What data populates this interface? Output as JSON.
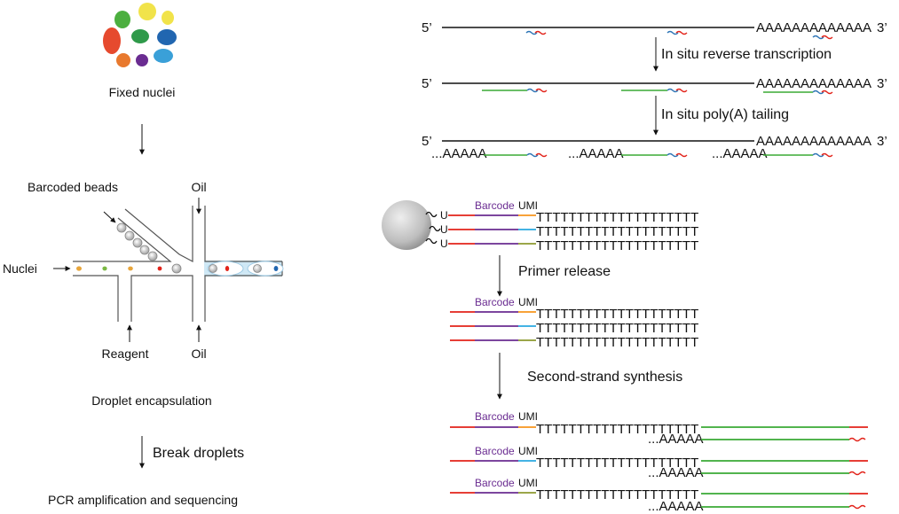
{
  "colors": {
    "barcode": "#6a2c91",
    "umi_orange": "#f7941d",
    "umi_blue": "#29a8e0",
    "umi_olive": "#8d9a2f",
    "strand_red": "#e2231a",
    "cdna_green": "#3aaa35",
    "wave_red": "#e2231a",
    "wave_blue": "#2e75b6",
    "bead_gray": "#bdbdbd",
    "droplet_blue": "#cfe8f5"
  },
  "left_panel": {
    "nuclei_caption": "Fixed nuclei",
    "barcoded_beads_label": "Barcoded beads",
    "oil_top_label": "Oil",
    "nuclei_inlet_label": "Nuclei",
    "reagent_label": "Reagent",
    "oil_bottom_label": "Oil",
    "droplet_caption": "Droplet encapsulation",
    "break_label": "Break droplets",
    "final_caption": "PCR amplification and sequencing",
    "nuclei_colors": [
      "#4caf3f",
      "#f1e34a",
      "#e64a2e",
      "#2f9a4a",
      "#2166b0",
      "#e8792e",
      "#6a2c91",
      "#3aa0d8"
    ]
  },
  "top_right": {
    "five_prime": "5’",
    "three_prime": "3’",
    "poly_a_tail": "AAAAAAAAAAAAA",
    "step1_label": "In situ reverse transcription",
    "step2_label": "In situ poly(A) tailing",
    "added_tail": "...AAAAA"
  },
  "bottom_right": {
    "barcode_label": "Barcode",
    "umi_label": "UMI",
    "uracil": "U",
    "poly_t": "TTTTTTTTTTTTTTTTTTTT",
    "primer_release_label": "Primer release",
    "second_strand_label": "Second-strand synthesis",
    "added_tail": "...AAAAA"
  }
}
